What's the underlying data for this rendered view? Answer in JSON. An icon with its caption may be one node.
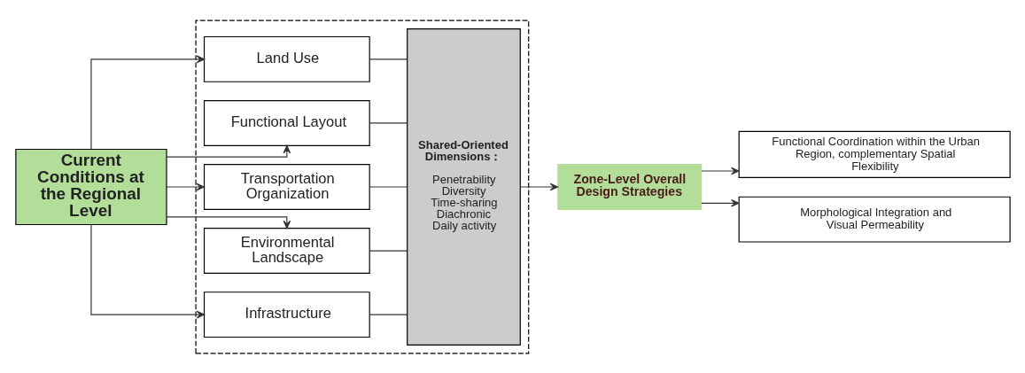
{
  "diagram": {
    "nodes": [
      {
        "text": [
          "Current Conditions at the Regional Level"
        ]
      },
      {
        "text": [],
        "shape": "box"
      },
      {
        "text": [
          "Land Use"
        ],
        "in": 1
      },
      {
        "text": [
          "Functional Layout"
        ],
        "in": 1
      },
      {
        "text": [
          "Transportation Organization"
        ],
        "in": 1
      },
      {
        "text": [
          "Environmental Landscape"
        ],
        "in": 1
      },
      {
        "text": [
          "Infrastructure"
        ],
        "in": 1
      },
      {
        "text": [
          "Shared-Oriented Dimensions：",
          "Penetrability Diversity Time-sharing Diachronic Daily activity"
        ],
        "in": 1
      },
      {
        "text": [
          "Zone-Level Overall Design Strategies"
        ]
      },
      {
        "text": [
          "Functional Coordination within the Urban Region, complementary Spatial Flexibility"
        ]
      },
      {
        "text": [
          "Morphological Integration and Visual Permeability"
        ]
      }
    ],
    "edges": [
      {
        "from": 0,
        "to": 2,
        "arrow": "to"
      },
      {
        "from": 0,
        "to": 3,
        "arrow": "to"
      },
      {
        "from": 0,
        "to": 4,
        "arrow": "to"
      },
      {
        "from": 0,
        "to": 5,
        "arrow": "to"
      },
      {
        "from": 0,
        "to": 6,
        "arrow": "to"
      },
      {
        "from": 2,
        "to": 7,
        "arrow": "none"
      },
      {
        "from": 3,
        "to": 7,
        "arrow": "none"
      },
      {
        "from": 4,
        "to": 7,
        "arrow": "none"
      },
      {
        "from": 5,
        "to": 7,
        "arrow": "none"
      },
      {
        "from": 6,
        "to": 7,
        "arrow": "none"
      },
      {
        "from": 7,
        "to": 8,
        "arrow": "to"
      },
      {
        "from": 8,
        "to": 9,
        "arrow": "to"
      },
      {
        "from": 8,
        "to": 10,
        "arrow": "to"
      }
    ]
  }
}
